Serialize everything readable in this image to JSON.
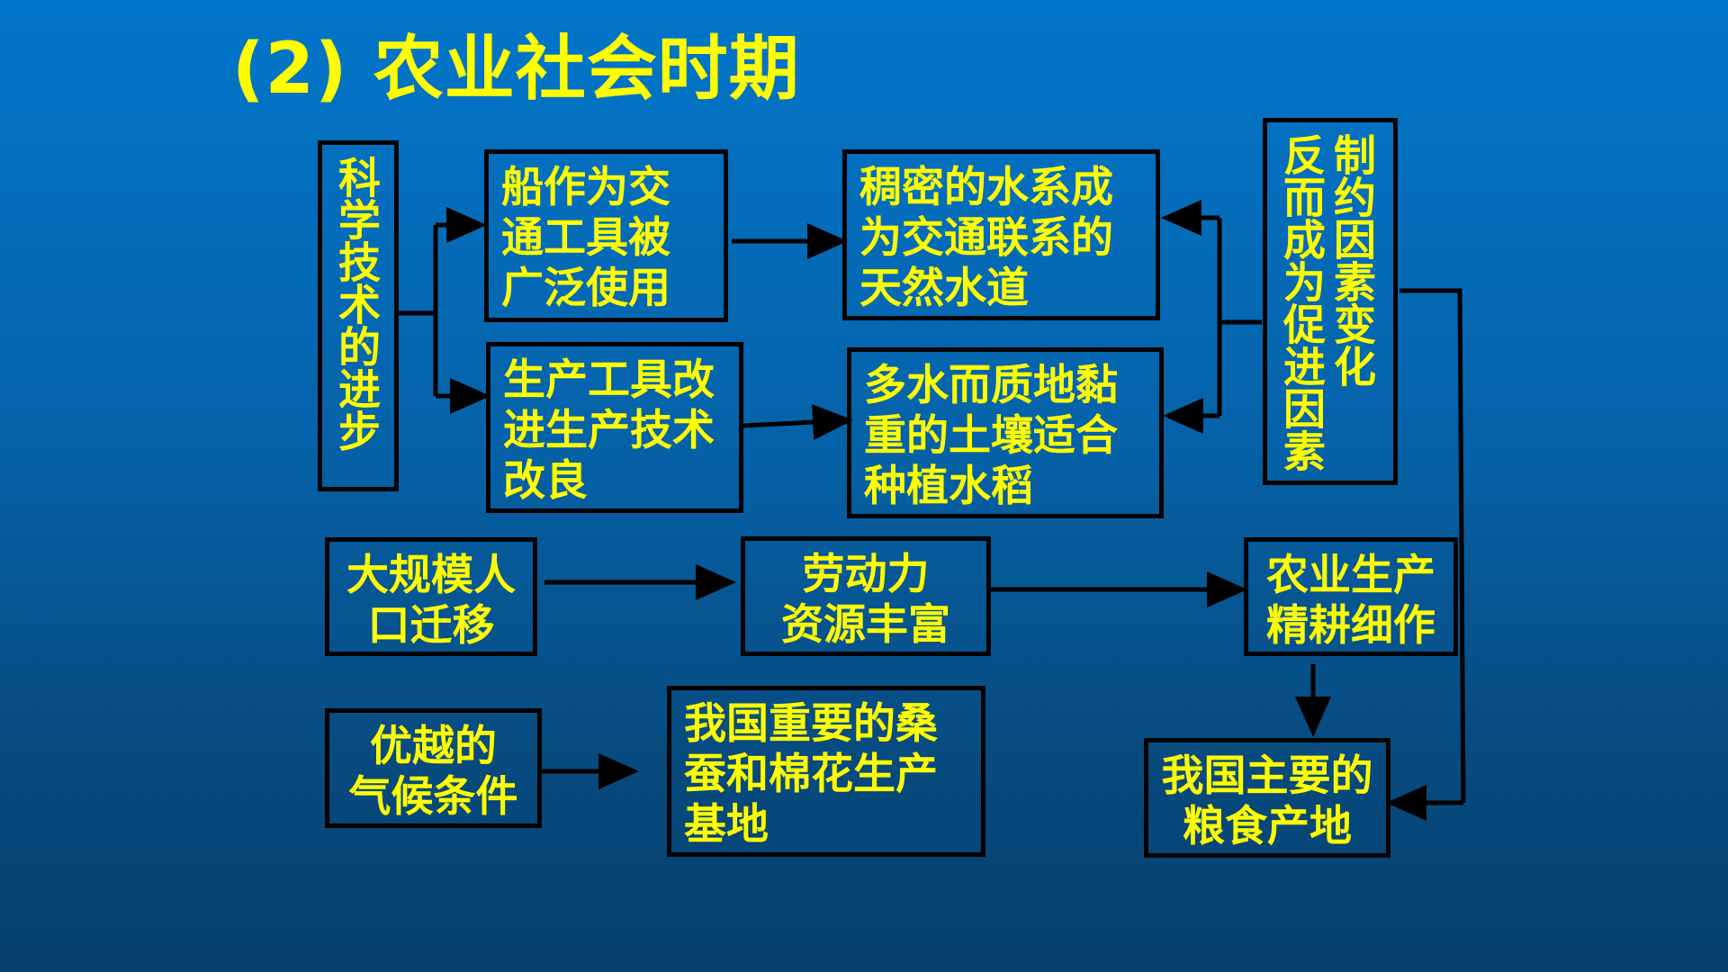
{
  "title": "(2) 农业社会时期",
  "nodes": {
    "science": "科学技术的进步",
    "boat": "船作为交\n通工具被\n广泛使用",
    "water": "稠密的水系成\n为交通联系的\n天然水道",
    "constraint": "制约因素变化\n反而成为促进因素",
    "tools": "生产工具改\n进生产技术\n改良",
    "soil": "多水而质地黏\n重的土壤适合\n种植水稻",
    "migration": "大规模人\n口迁移",
    "labor": "劳动力\n资源丰富",
    "intensive": "农业生产\n精耕细作",
    "climate": "优越的\n气候条件",
    "silk": "我国重要的桑\n蚕和棉花生产\n基地",
    "grain": "我国主要的\n粮食产地"
  },
  "colors": {
    "text": "#FFFF00",
    "border": "#000000",
    "background_top": "#0276CB",
    "background_bottom": "#073F6C"
  }
}
